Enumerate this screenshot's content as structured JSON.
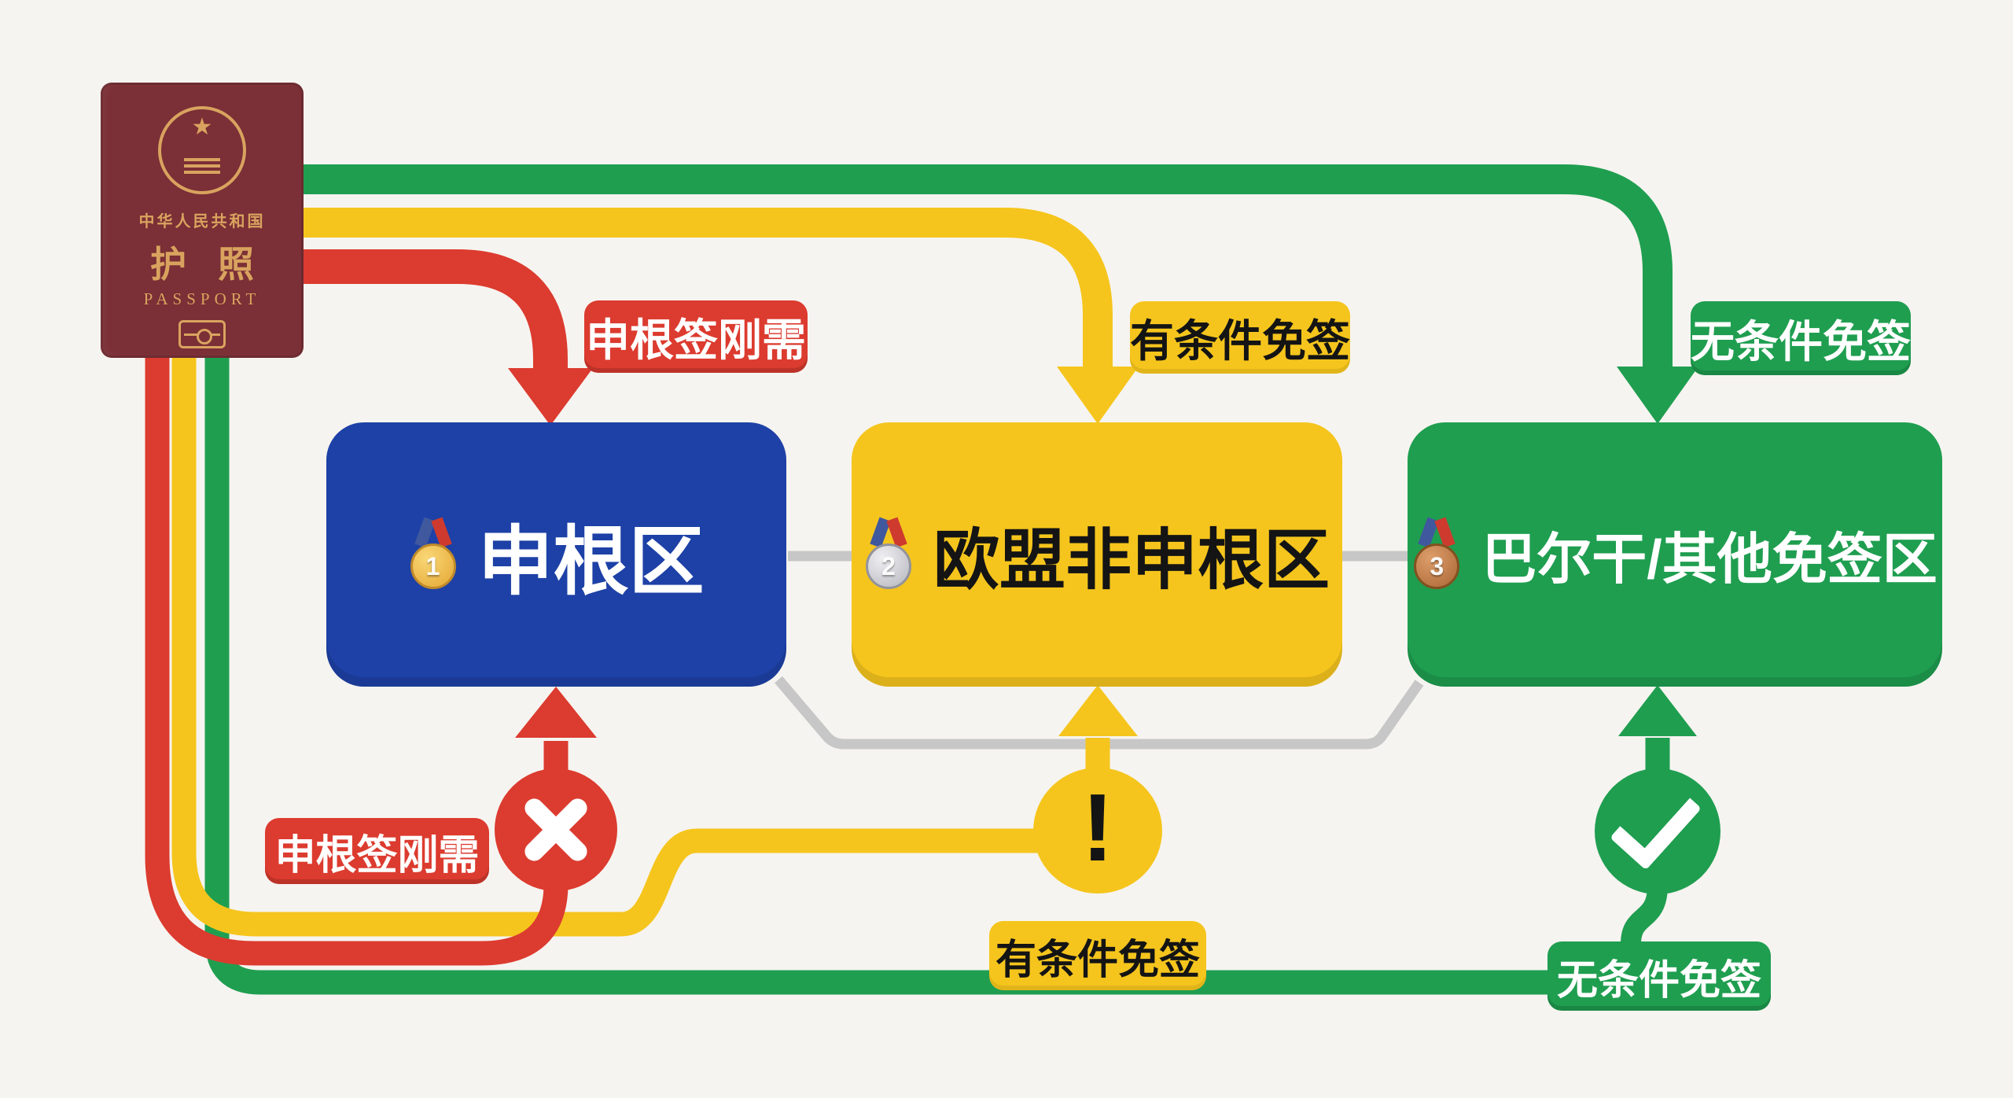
{
  "colors": {
    "bg": "#f6f4f0",
    "red": "#dc3b2f",
    "yellow": "#f5c51d",
    "green": "#1f9e50",
    "blue": "#1d41a6",
    "gray": "#c7c7c7",
    "passport": "#7b2f36",
    "gold": "#d9a35f",
    "ink": "#141414"
  },
  "passport": {
    "country": "中华人民共和国",
    "title": "护照",
    "subtitle": "PASSPORT",
    "emblem_icon": "china-national-emblem",
    "chip_icon": "biometric-chip"
  },
  "boxes": [
    {
      "rank": "1",
      "medal": "gold-medal",
      "title": "申根区",
      "color": "#1d41a6"
    },
    {
      "rank": "2",
      "medal": "silver-medal",
      "title": "欧盟非申根区",
      "color": "#f5c51d"
    },
    {
      "rank": "3",
      "medal": "bronze-medal",
      "title": "巴尔干/其他免签区",
      "color": "#1f9e50"
    }
  ],
  "top_labels": [
    {
      "text": "申根签刚需",
      "color": "#dc3b2f"
    },
    {
      "text": "有条件免签",
      "color": "#f5c51d"
    },
    {
      "text": "无条件免签",
      "color": "#1f9e50"
    }
  ],
  "bottom_labels": [
    {
      "text": "申根签刚需",
      "color": "#dc3b2f"
    },
    {
      "text": "有条件免签",
      "color": "#f5c51d"
    },
    {
      "text": "无条件免签",
      "color": "#1f9e50"
    }
  ],
  "status_markers": [
    {
      "icon": "cross-icon",
      "meaning": "申根签刚需"
    },
    {
      "icon": "exclamation-icon",
      "glyph": "!",
      "meaning": "有条件免签"
    },
    {
      "icon": "check-icon",
      "meaning": "无条件免签"
    }
  ]
}
